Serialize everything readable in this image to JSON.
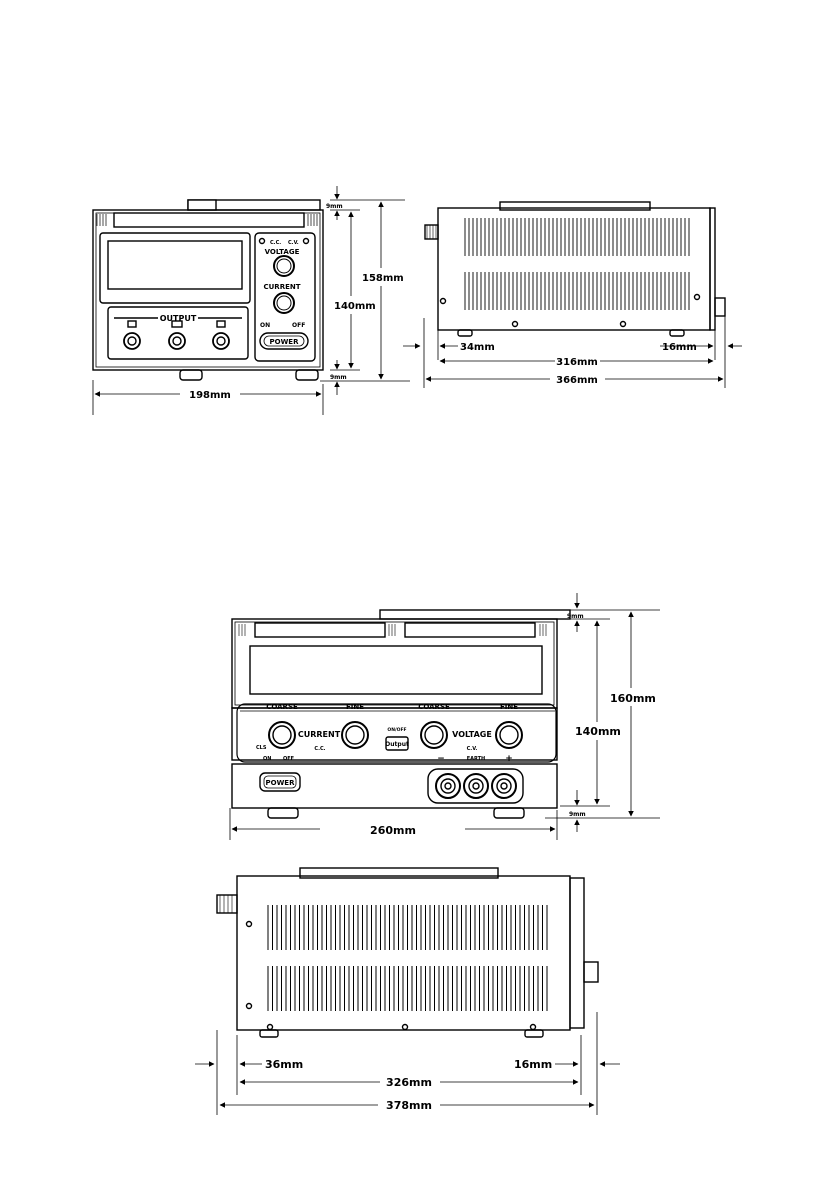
{
  "diagrams": {
    "psu1": {
      "front": {
        "output_label": "OUTPUT",
        "cc_label": "C.C.",
        "cv_label": "C.V.",
        "voltage_label": "VOLTAGE",
        "current_label": "CURRENT",
        "on_label": "ON",
        "off_label": "OFF",
        "power_label": "POWER",
        "dims": {
          "top_gap": "9mm",
          "height_total": "158mm",
          "height_body": "140mm",
          "bottom_gap": "9mm",
          "width": "198mm"
        }
      },
      "side": {
        "dims": {
          "front_protrusion": "34mm",
          "rear_protrusion": "16mm",
          "body_depth": "316mm",
          "total_depth": "366mm"
        }
      }
    },
    "psu2": {
      "front": {
        "coarse_left": "COARSE",
        "fine_left": "FINE",
        "current_label": "CURRENT",
        "coarse_right": "COARSE",
        "fine_right": "FINE",
        "voltage_label": "VOLTAGE",
        "cls_label": "CLS",
        "cc_label": "C.C.",
        "on_off_label": "ON/OFF",
        "output_label": "Output",
        "cv_label": "C.V.",
        "on_label": "ON",
        "off_label": "OFF",
        "minus_label": "−",
        "earth_label": "EARTH",
        "plus_label": "+",
        "power_label": "POWER",
        "dims": {
          "top_gap": "9mm",
          "height_total": "160mm",
          "height_body": "140mm",
          "bottom_gap": "9mm",
          "width": "260mm"
        }
      },
      "side": {
        "dims": {
          "front_protrusion": "36mm",
          "rear_protrusion": "16mm",
          "body_depth": "326mm",
          "total_depth": "378mm"
        }
      }
    }
  }
}
